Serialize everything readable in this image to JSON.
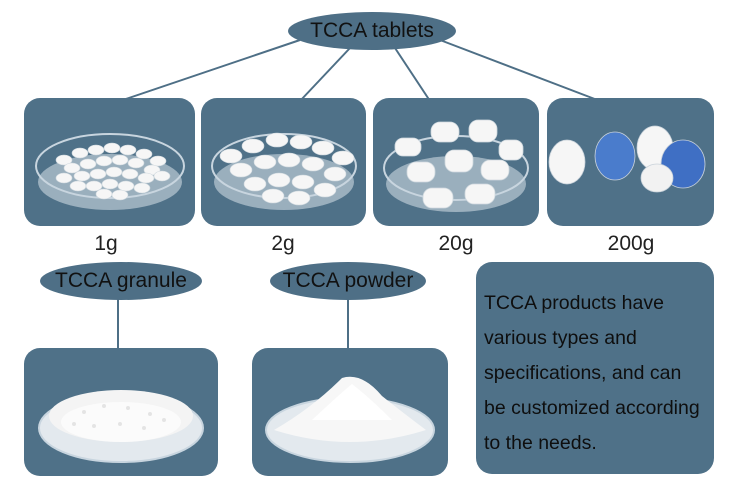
{
  "labels": {
    "tablets": "TCCA tablets",
    "granule": "TCCA granule",
    "powder": "TCCA powder"
  },
  "tablet_sizes": [
    "1g",
    "2g",
    "20g",
    "200g"
  ],
  "description": "TCCA products have various types and specifications, and can be customized according to the needs.",
  "colors": {
    "panel": "#4f7188",
    "oval": "#4e6f86",
    "tablet_white": "#f6f6f6",
    "tablet_blue": "#3f6fc4"
  }
}
